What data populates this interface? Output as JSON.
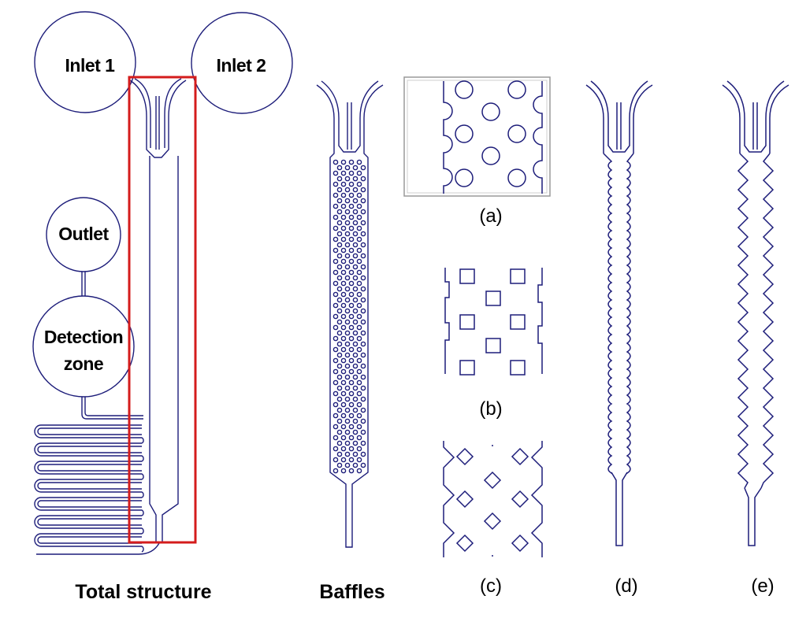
{
  "colors": {
    "channel": "#1d1d7a",
    "highlight": "#d41c1c",
    "text": "#000000",
    "inset_border": "#9a9a9a"
  },
  "total_structure": {
    "inlet1": "Inlet 1",
    "inlet2": "Inlet 2",
    "outlet": "Outlet",
    "detection_line1": "Detection",
    "detection_line2": "zone",
    "caption": "Total structure"
  },
  "baffles": {
    "caption": "Baffles"
  },
  "insets": {
    "a": "(a)",
    "b": "(b)",
    "c": "(c)"
  },
  "variants": {
    "d": "(d)",
    "e": "(e)"
  }
}
